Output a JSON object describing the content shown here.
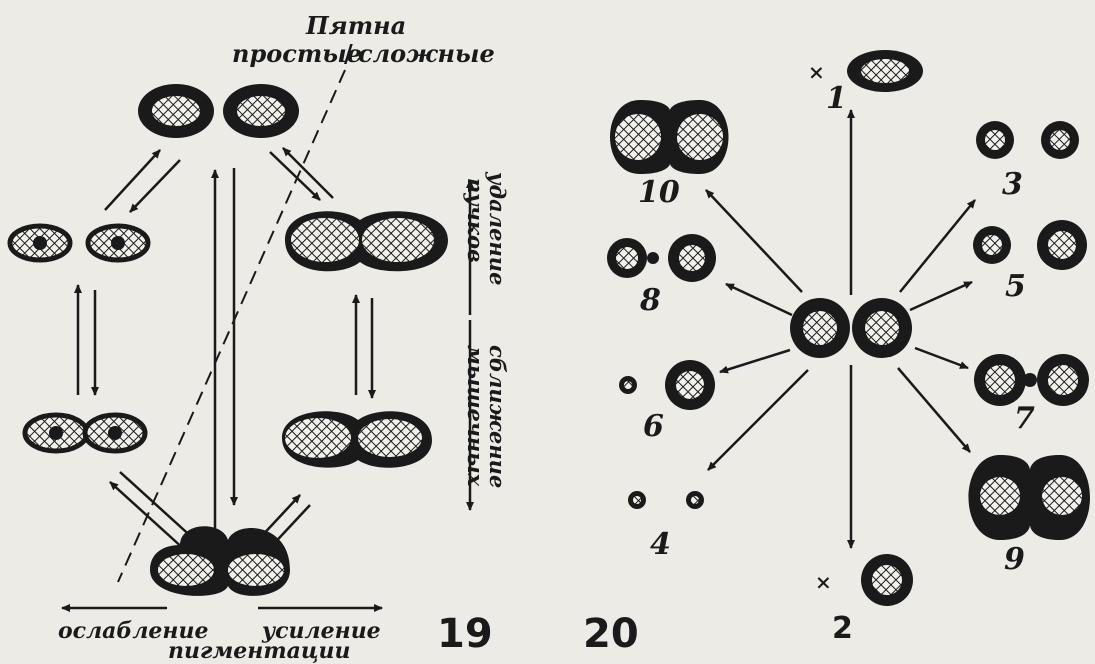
{
  "fig19": {
    "header_top": "Пятна",
    "header_simple": "простые",
    "header_sep": "/",
    "header_complex": "сложные",
    "left_arrow_label": "ослабление",
    "right_arrow_label": "усиление",
    "bottom_label": "пигментации",
    "vertical_line1_a": "сближение",
    "vertical_line1_b": "удаление",
    "vertical_line2_a": "мышечных",
    "vertical_line2_b": "пучков",
    "number": "19"
  },
  "fig20": {
    "number": "20",
    "variant_labels": [
      "1",
      "2",
      "3",
      "4",
      "5",
      "6",
      "7",
      "8",
      "9",
      "10"
    ],
    "marker": "×"
  },
  "colors": {
    "ink": "#1a1a1a",
    "paper": "#ecebe6"
  }
}
